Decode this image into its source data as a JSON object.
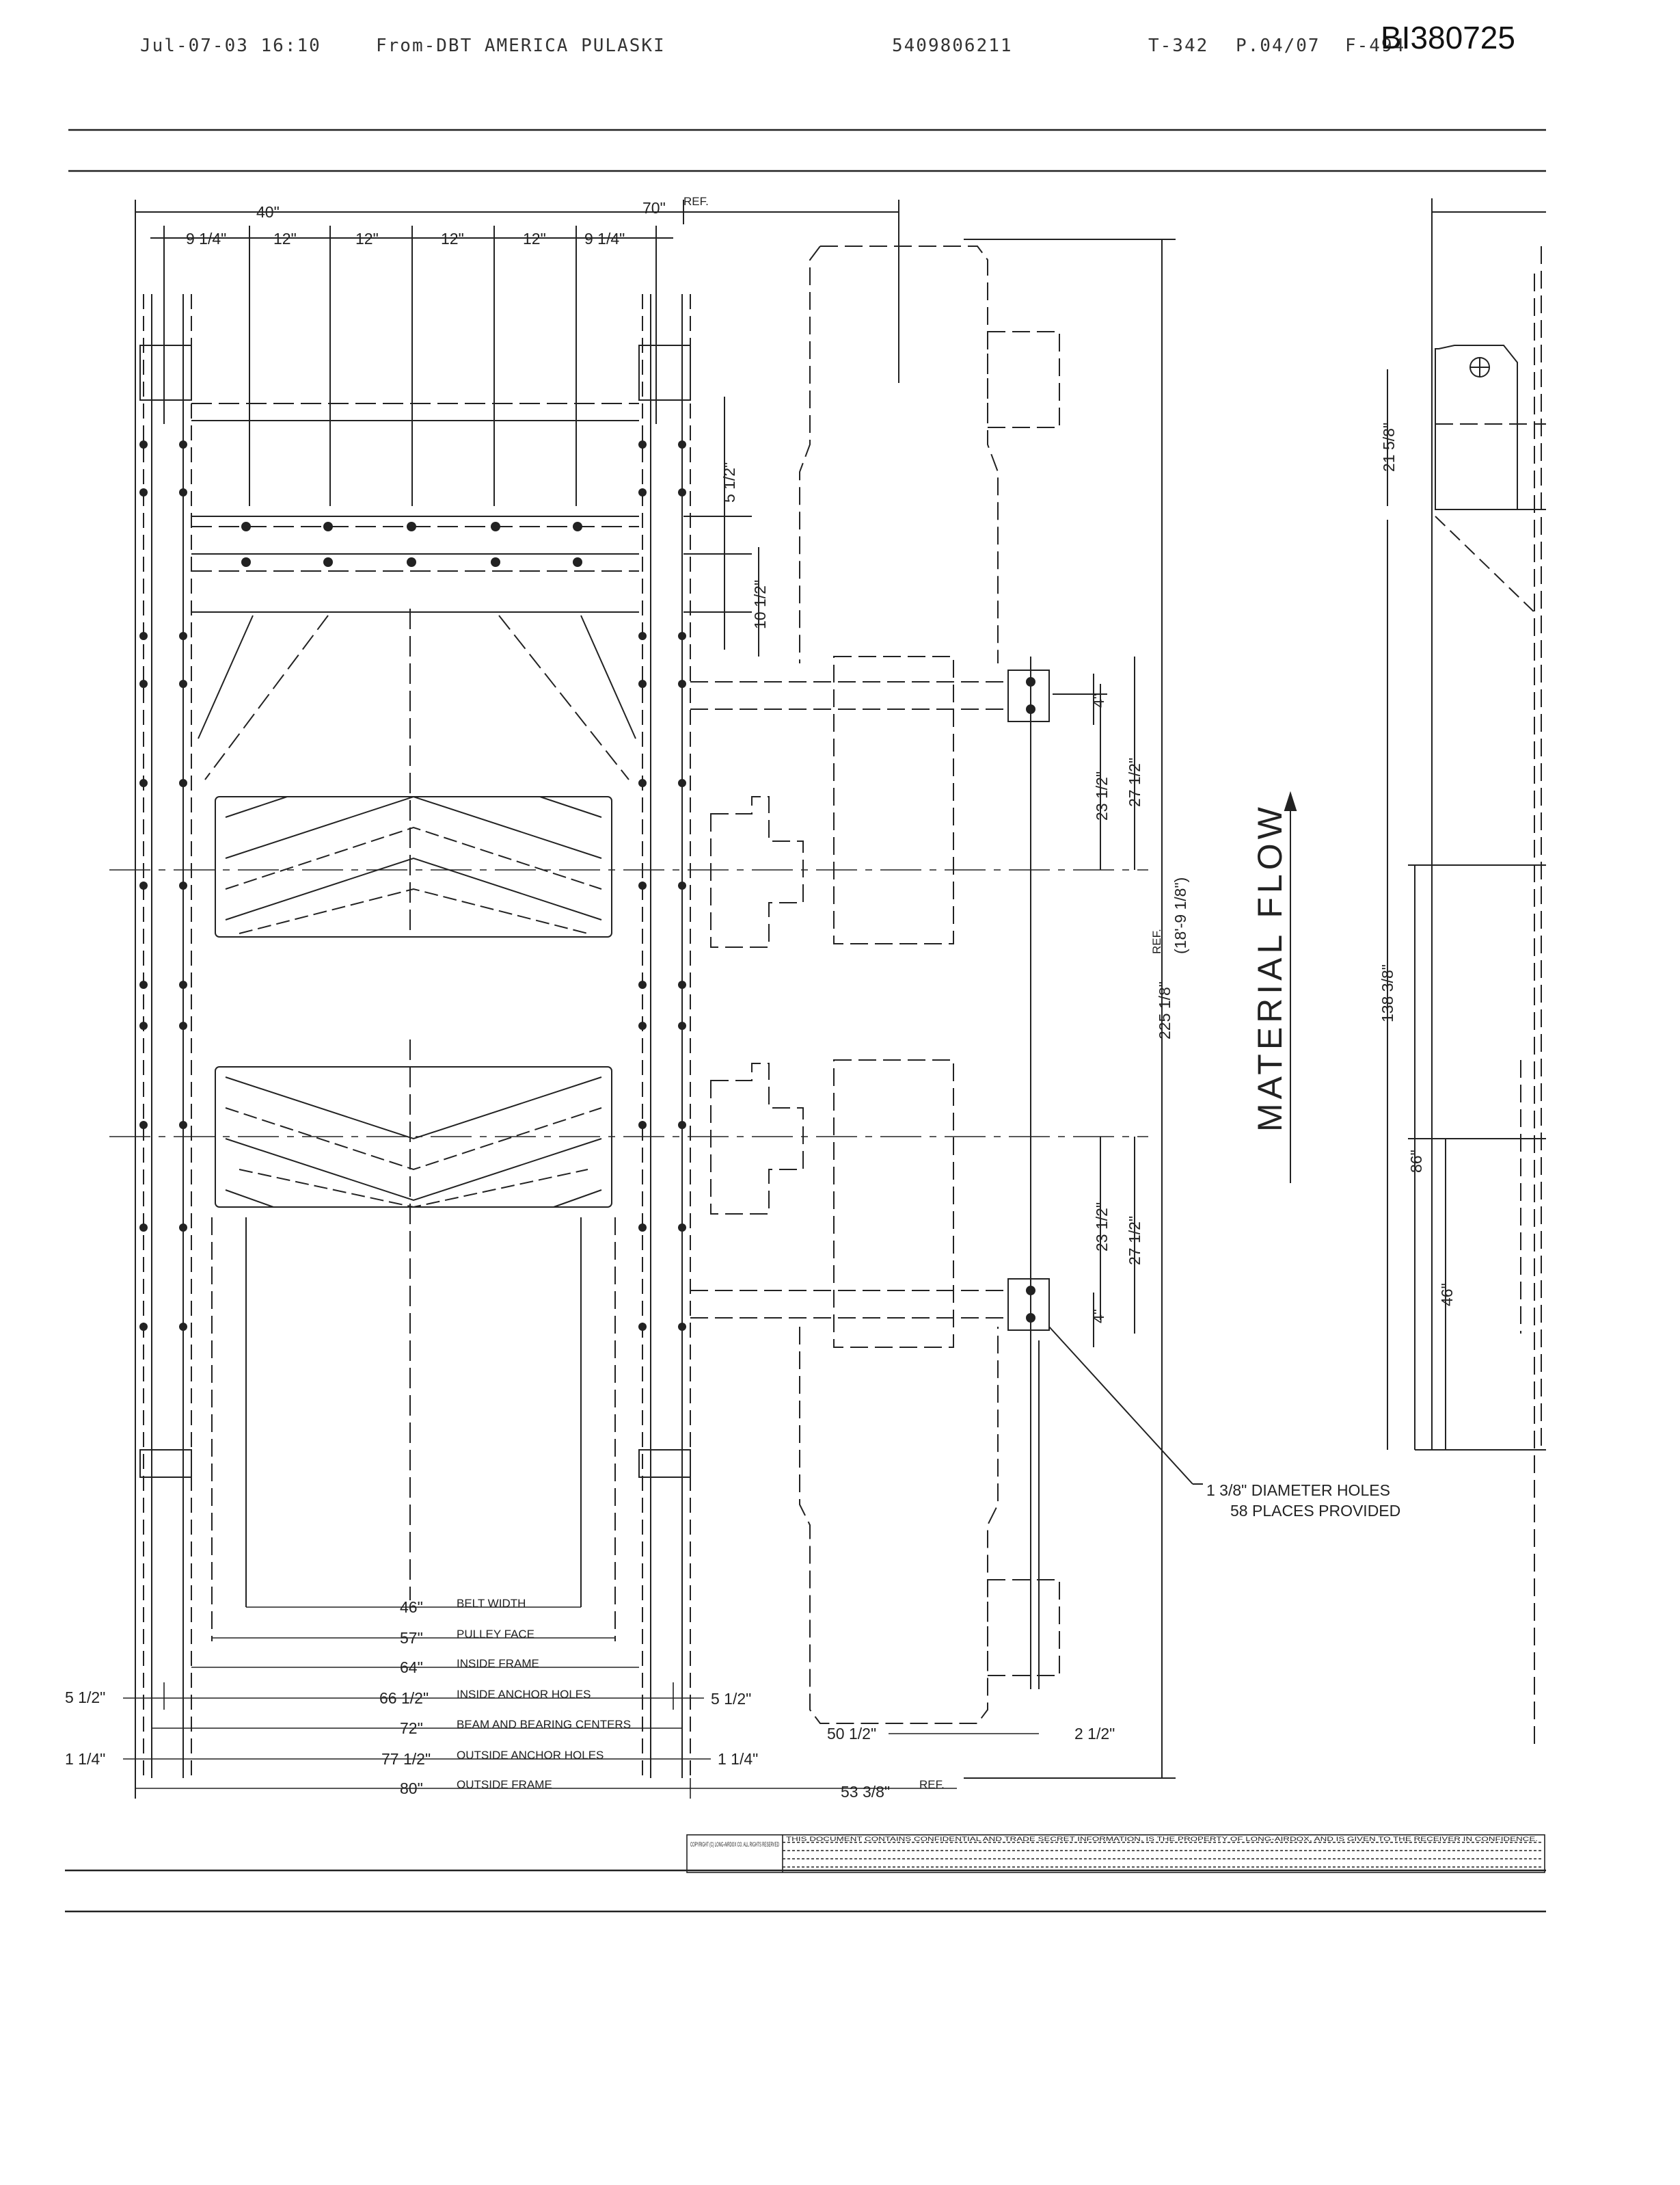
{
  "header": {
    "date_time": "Jul-07-03  16:10",
    "from": "From-DBT AMERICA PULASKI",
    "phone": "5409806211",
    "tx_code": "T-342",
    "page": "P.04/07",
    "form": "F-494",
    "bates_id": "BI380725"
  },
  "top_dims": {
    "dim_40": "40\"",
    "dim_70": "70\"",
    "ref": "REF.",
    "seg_9a": "9 1/4\"",
    "seg_12a": "12\"",
    "seg_12b": "12\"",
    "seg_12c": "12\"",
    "seg_12d": "12\"",
    "seg_9b": "9 1/4\""
  },
  "side_dims": {
    "d_5half": "5 1/2\"",
    "d_10half": "10 1/2\"",
    "d_4_top": "4\"",
    "d_23half_top": "23 1/2\"",
    "d_27half_top": "27 1/2\"",
    "d_23half_bot": "23 1/2\"",
    "d_27half_bot": "27 1/2\"",
    "d_4_bot": "4\"",
    "overall": "225 1/8\"",
    "overall_ref": "REF.",
    "overall_ft": "(18'-9 1/8\")"
  },
  "right_view_dims": {
    "d_21_5_8": "21 5/8\"",
    "d_138_3_8": "138 3/8\"",
    "d_86": "86\"",
    "d_46": "46\""
  },
  "flow_label": "MATERIAL FLOW",
  "holes_note": {
    "line1": "1 3/8\" DIAMETER HOLES",
    "line2": "58 PLACES PROVIDED"
  },
  "width_dims": [
    {
      "value": "46\"",
      "label": "BELT WIDTH"
    },
    {
      "value": "57\"",
      "label": "PULLEY FACE"
    },
    {
      "value": "64\"",
      "label": "INSIDE FRAME"
    },
    {
      "value": "66 1/2\"",
      "label": "INSIDE ANCHOR HOLES"
    },
    {
      "value": "72\"",
      "label": "BEAM AND BEARING CENTERS"
    },
    {
      "value": "77 1/2\"",
      "label": "OUTSIDE ANCHOR HOLES"
    },
    {
      "value": "80\"",
      "label": "OUTSIDE FRAME"
    }
  ],
  "small_dims": {
    "left_5half": "5 1/2\"",
    "left_1quarter": "1 1/4\"",
    "right_5half": "5 1/2\"",
    "right_1quarter": "1 1/4\"",
    "d_50half": "50 1/2\"",
    "d_2half": "2 1/2\"",
    "d_53_3_8": "53 3/8\"",
    "ref": "REF."
  },
  "copyright_box": {
    "left_text": "COPYRIGHT (C) LONG-AIRDOX CO. ALL RIGHTS RESERVED",
    "notice": "THIS DOCUMENT CONTAINS CONFIDENTIAL AND TRADE SECRET INFORMATION, IS THE PROPERTY OF LONG-AIRDOX, AND IS GIVEN TO THE RECEIVER IN CONFIDENCE."
  }
}
